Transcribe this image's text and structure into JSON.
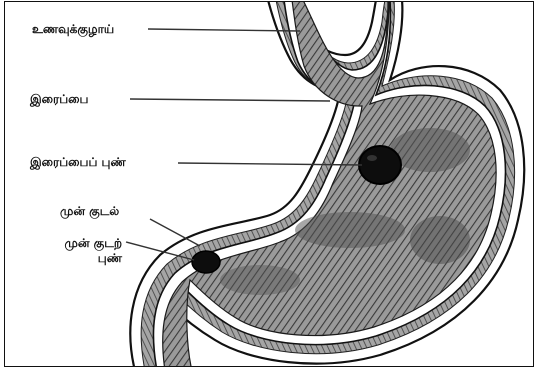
{
  "diagram": {
    "labels": {
      "esophagus": "உணவுக்குழாய்",
      "stomach": "இரைப்பை",
      "stomach_ulcer": "இரைப்பைப் புண்",
      "duodenum": "முன் குடல்",
      "duodenal_ulcer_line1": "முன் குடற்",
      "duodenal_ulcer_line2": "புண்"
    },
    "colors": {
      "outline": "#111111",
      "stomach_wall_fill": "#8a8a8a",
      "stomach_lining_fill": "#6f6f6f",
      "ulcer_fill": "#0d0d0d",
      "background": "#ffffff"
    }
  }
}
